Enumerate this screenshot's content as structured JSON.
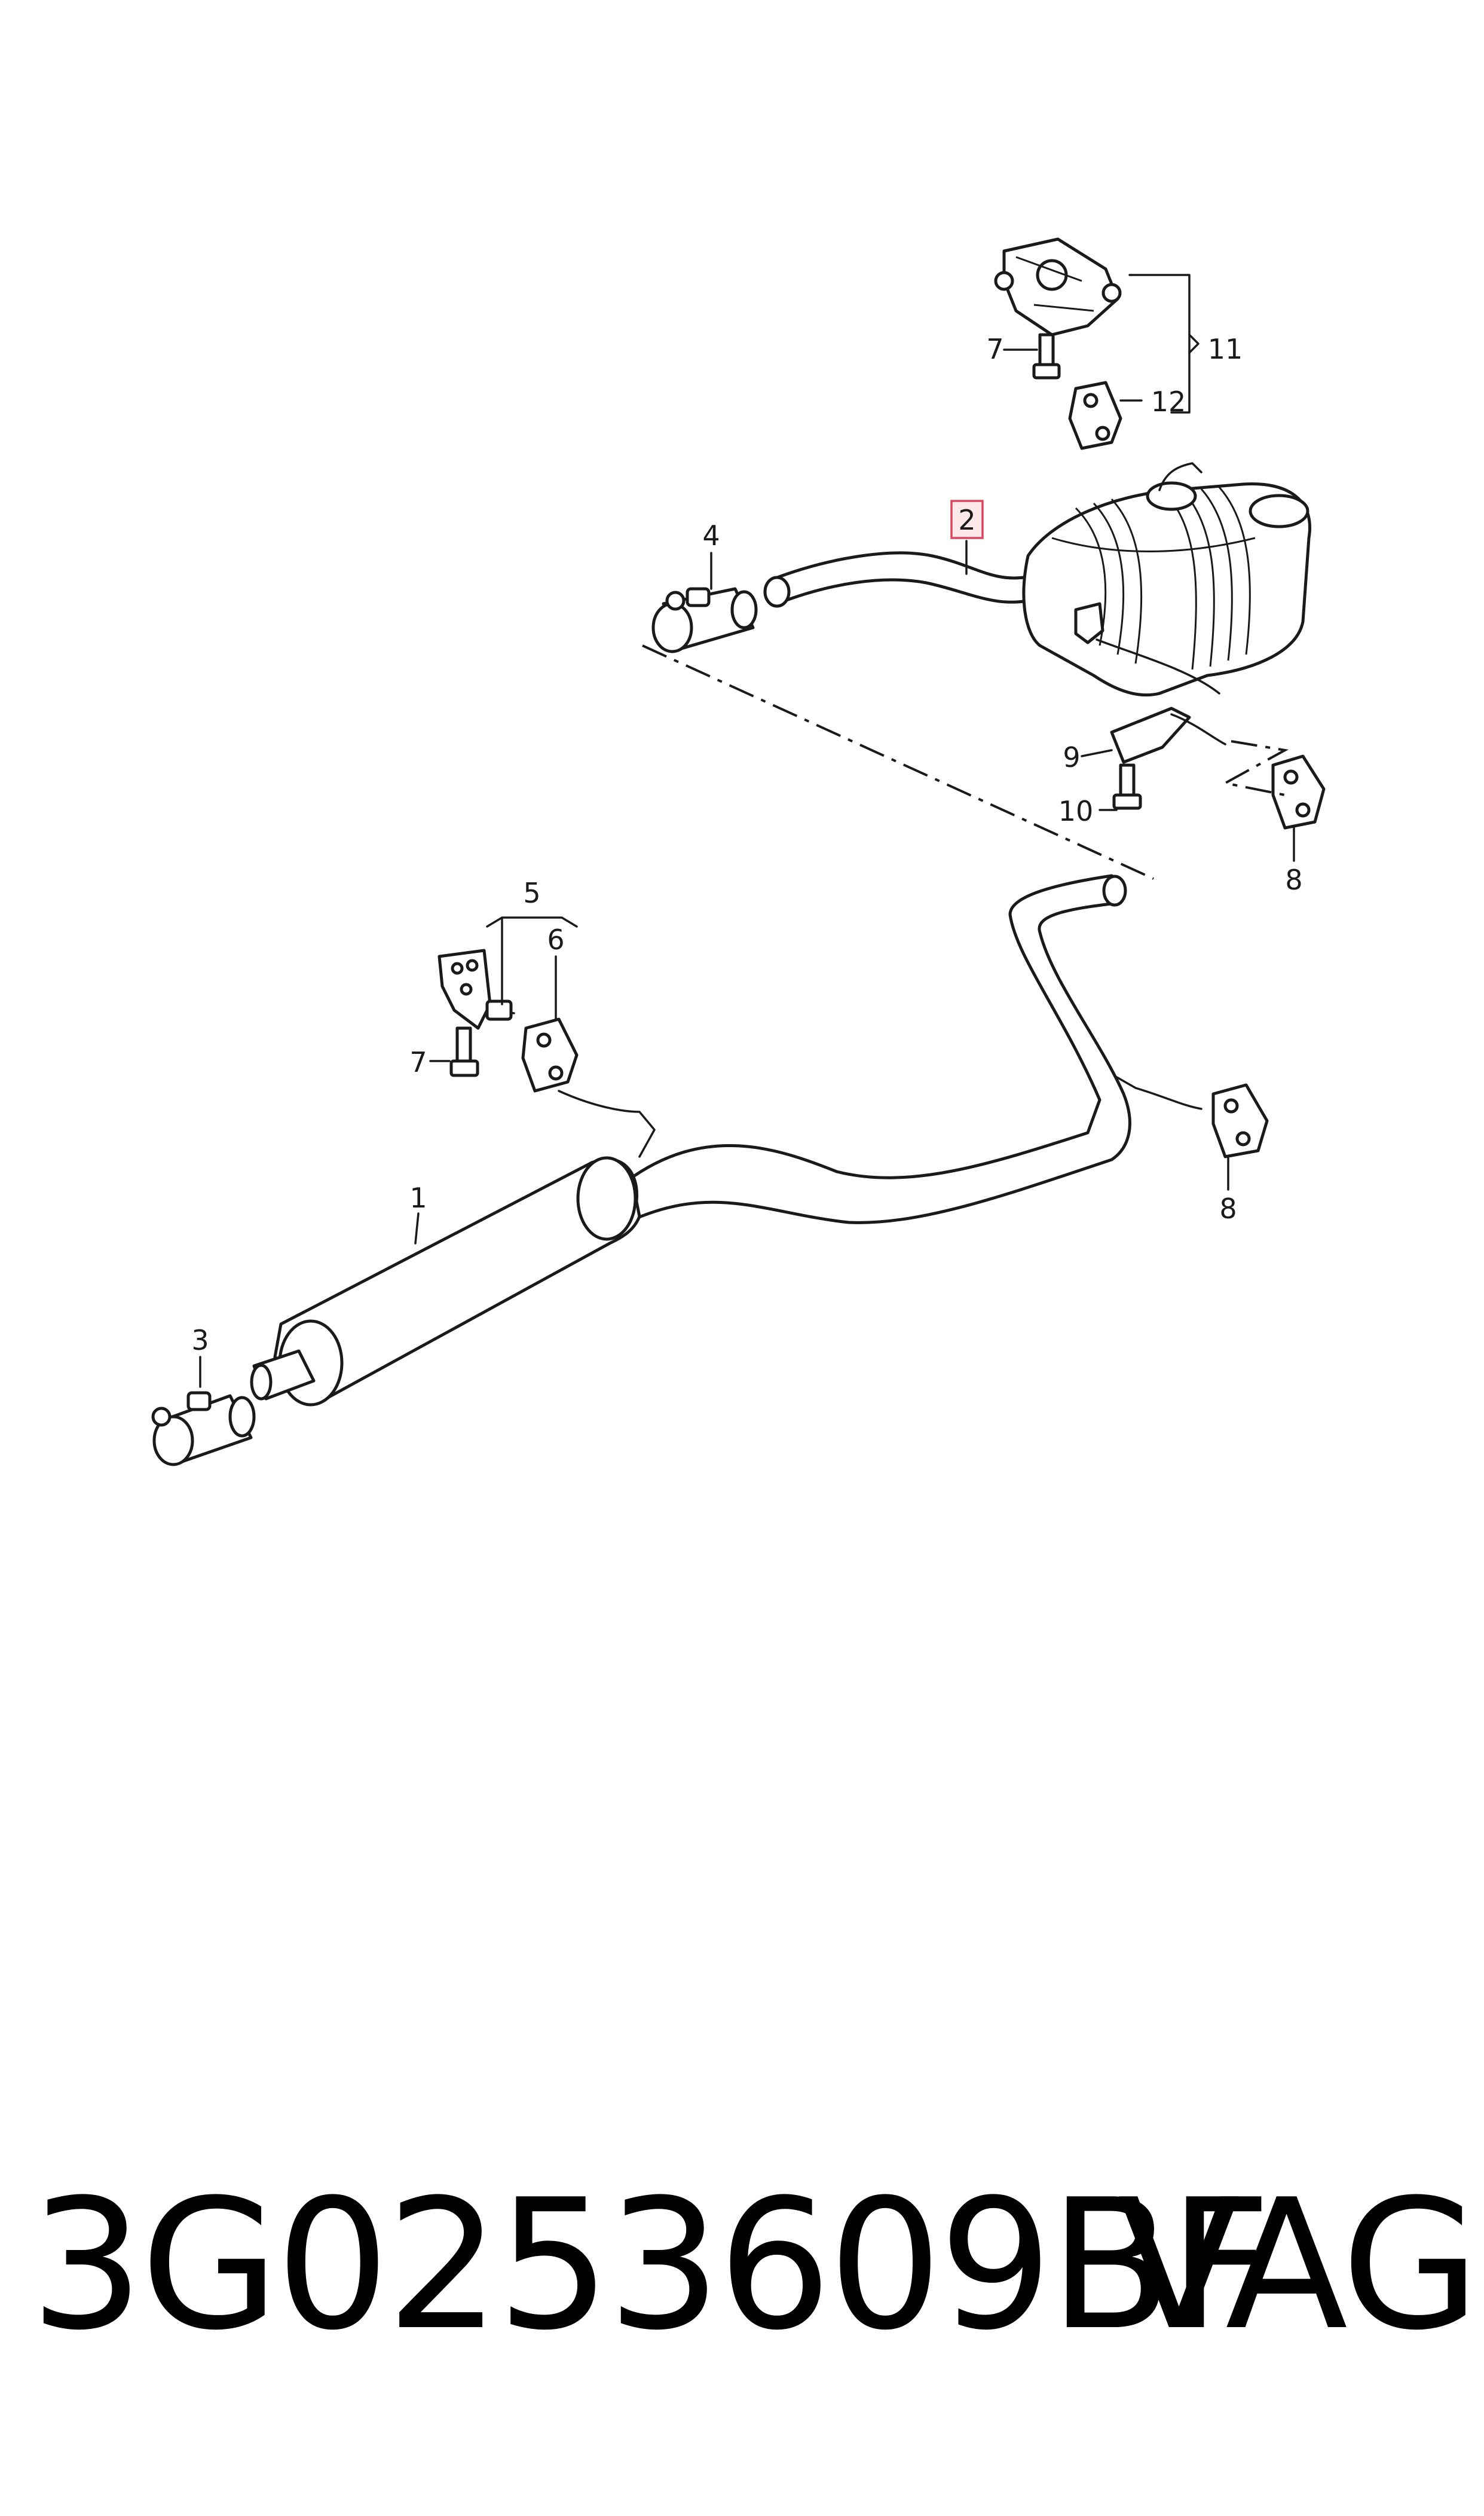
{
  "diagram": {
    "callouts": {
      "c1": "1",
      "c2": "2",
      "c3": "3",
      "c4": "4",
      "c5": "5",
      "c6": "6",
      "c7a": "7",
      "c7b": "7",
      "c8a": "8",
      "c8b": "8",
      "c9": "9",
      "c10": "10",
      "c11": "11",
      "c12": "12"
    },
    "highlighted_callout": "2",
    "highlight_color": "#d9485f"
  },
  "footer": {
    "part_number": "3G0253609BF",
    "brand": "VAG"
  }
}
